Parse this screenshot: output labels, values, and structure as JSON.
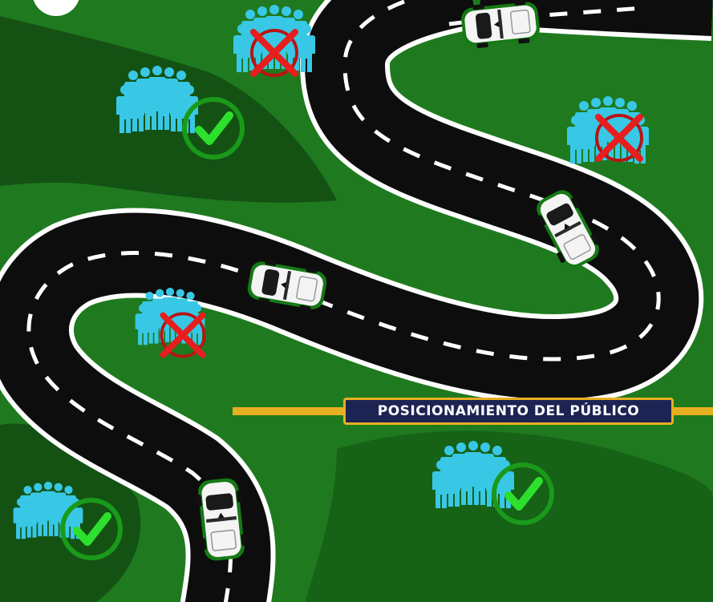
{
  "banner": {
    "label": "POSICIONAMIENTO DEL PÚBLICO"
  },
  "colors": {
    "grass": "#1f7a1f",
    "grass_dark": "#145214",
    "road": "#0d0d0d",
    "road_edge": "#ffffff",
    "crowd": "#38c8e6",
    "ok": "#22c522",
    "bad": "#e01818",
    "stripe": "#e8b020"
  },
  "crowd_markers": [
    {
      "name": "crowd-allowed-upper-left",
      "status": "allowed",
      "icon": "check-icon"
    },
    {
      "name": "crowd-forbidden-top",
      "status": "forbidden",
      "icon": "cross-icon"
    },
    {
      "name": "crowd-forbidden-right",
      "status": "forbidden",
      "icon": "cross-icon"
    },
    {
      "name": "crowd-forbidden-inner-curve",
      "status": "forbidden",
      "icon": "cross-icon"
    },
    {
      "name": "crowd-allowed-lower-right",
      "status": "allowed",
      "icon": "check-icon"
    },
    {
      "name": "crowd-allowed-lower-left",
      "status": "allowed",
      "icon": "check-icon"
    }
  ],
  "cars": [
    {
      "name": "rally-car-top",
      "icon": "car-icon"
    },
    {
      "name": "rally-car-right",
      "icon": "car-icon"
    },
    {
      "name": "rally-car-middle",
      "icon": "car-icon"
    },
    {
      "name": "rally-car-bottom",
      "icon": "car-icon"
    }
  ]
}
